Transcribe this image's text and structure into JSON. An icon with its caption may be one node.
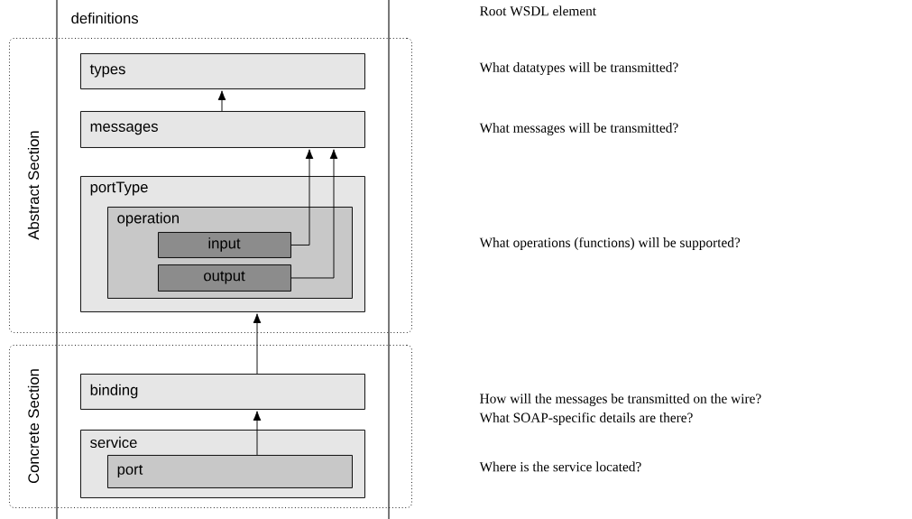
{
  "diagram": {
    "nodes": [
      {
        "text": [
          "Abstract Section"
        ]
      },
      {
        "text": [
          "types"
        ],
        "in": 0
      },
      {
        "text": [
          "messages"
        ],
        "in": 0
      },
      {
        "text": [
          "portType"
        ],
        "in": 0
      },
      {
        "text": [
          "operation"
        ],
        "in": 3
      },
      {
        "text": [
          "input"
        ],
        "in": 4
      },
      {
        "text": [
          "output"
        ],
        "in": 4
      },
      {
        "text": [
          "Concrete Section"
        ]
      },
      {
        "text": [
          "binding"
        ],
        "in": 7
      },
      {
        "text": [
          "service"
        ],
        "in": 7
      },
      {
        "text": [
          "port"
        ],
        "in": 9
      }
    ],
    "edges": [
      {
        "from": 2,
        "to": 1,
        "arrow": "to"
      },
      {
        "from": 5,
        "to": 2,
        "arrow": "to"
      },
      {
        "from": 6,
        "to": 2,
        "arrow": "to"
      },
      {
        "from": 8,
        "to": 3,
        "arrow": "to"
      },
      {
        "from": 10,
        "to": 8,
        "arrow": "to"
      }
    ],
    "labels": [
      "definitions",
      "Root WSDL element",
      "What datatypes will be transmitted?",
      "What messages will be transmitted?",
      "What operations (functions) will be supported?",
      "How will the messages be transmitted on the wire?",
      "What SOAP-specific details are there?",
      "Where is the service located?"
    ]
  }
}
